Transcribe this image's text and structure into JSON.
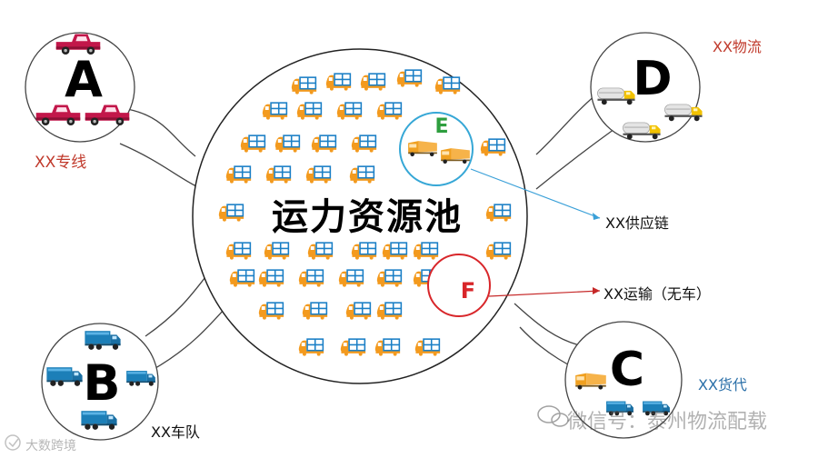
{
  "title": "运力资源池",
  "nodes": {
    "A": {
      "letter": "A",
      "label": "XX专线"
    },
    "B": {
      "letter": "B",
      "label": "XX车队"
    },
    "C": {
      "letter": "C",
      "label": "XX货代"
    },
    "D": {
      "letter": "D",
      "label": "XX物流"
    },
    "E": {
      "letter": "E",
      "label": "XX供应链"
    },
    "F": {
      "letter": "F",
      "label": "XX运输（无车）"
    }
  },
  "watermark": {
    "right": "微信号：泰州物流配载",
    "left": "大数跨境"
  },
  "icons": {
    "pool": "mini-truck-icon",
    "pickup": "pickup-truck-icon",
    "box_truck": "box-truck-icon",
    "tanker": "tanker-truck-icon"
  },
  "colors": {
    "label_red": "#c0392b",
    "label_blue": "#2a6fa8",
    "letter_E": "#2e9e3e",
    "letter_F": "#d8262a",
    "ring_E": "#36a7d6",
    "ring_F": "#d8262a",
    "connector_E": "#3aa0d8",
    "connector_F": "#c62828",
    "truck_orange": "#f39a1e",
    "truck_blue": "#1a7fc6"
  }
}
